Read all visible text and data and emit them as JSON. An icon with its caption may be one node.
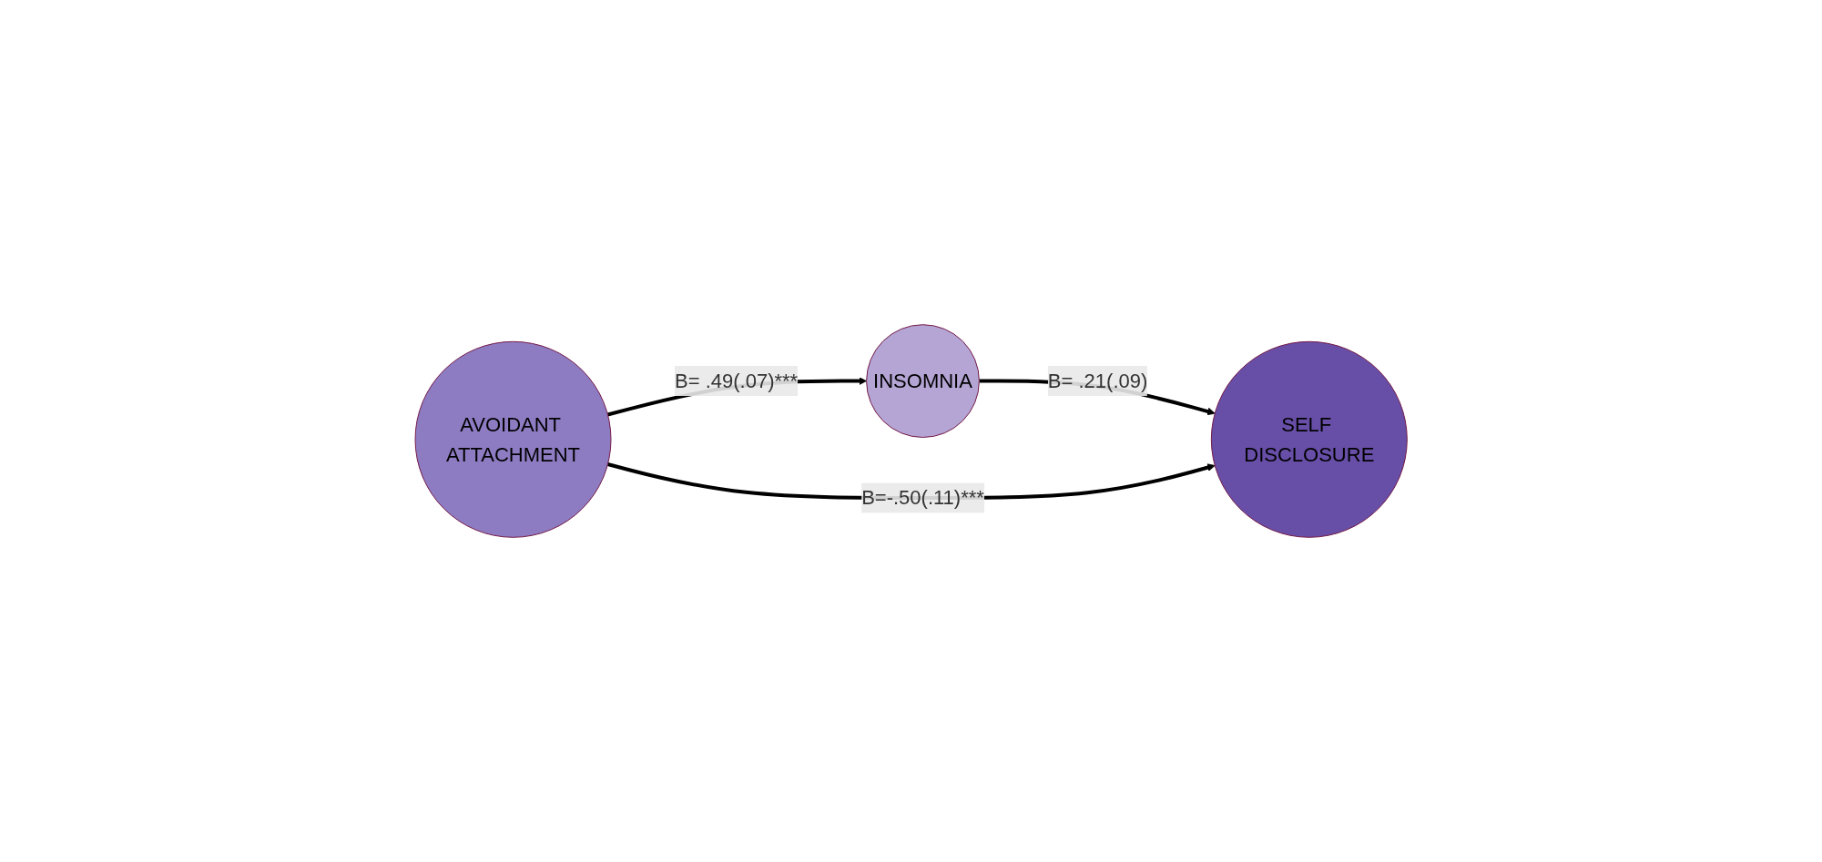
{
  "diagram": {
    "nodes": [
      {
        "text": [
          "INSOMNIA"
        ]
      },
      {
        "text": [
          "AVOIDANT ATTACHMENT"
        ]
      },
      {
        "text": [
          "SELF DISCLOSURE"
        ]
      }
    ],
    "edges": [
      {
        "from": 1,
        "to": 0,
        "arrow": "to",
        "label": "B= .49(.07)***"
      },
      {
        "from": 0,
        "to": 2,
        "arrow": "to",
        "label": "B= .21(.09)"
      },
      {
        "from": 1,
        "to": 2,
        "arrow": "to",
        "label": "B=-.50(.11)***"
      }
    ]
  }
}
